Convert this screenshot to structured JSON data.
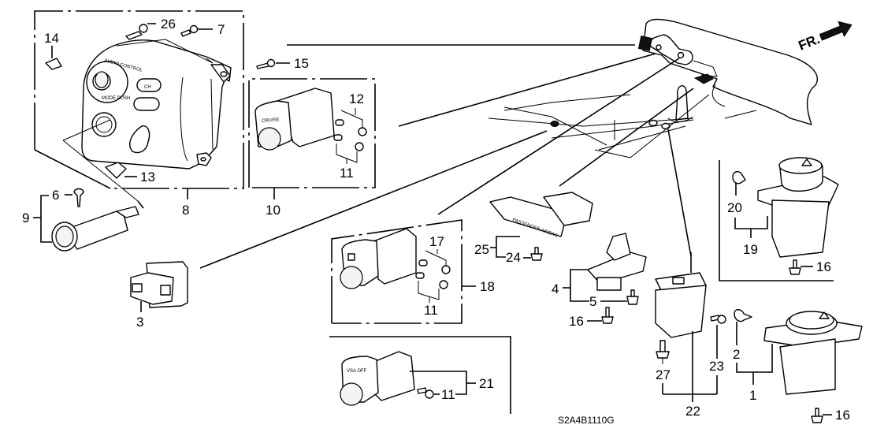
{
  "diagram": {
    "title": "Switch parts diagram",
    "code": "S2A4B1110G",
    "direction_label": "FR.",
    "callouts": {
      "c1": "1",
      "c2": "2",
      "c3": "3",
      "c4": "4",
      "c5": "5",
      "c6": "6",
      "c7": "7",
      "c8": "8",
      "c9": "9",
      "c10": "10",
      "c11a": "11",
      "c11b": "11",
      "c11c": "11",
      "c12": "12",
      "c13": "13",
      "c14": "14",
      "c15": "15",
      "c16a": "16",
      "c16b": "16",
      "c16c": "16",
      "c17": "17",
      "c18": "18",
      "c19": "19",
      "c20": "20",
      "c21": "21",
      "c22": "22",
      "c23": "23",
      "c24": "24",
      "c25": "25",
      "c26": "26",
      "c27": "27"
    },
    "part_labels": {
      "audio_control": "AUDIO CONTROL",
      "mode_push": "MODE PUSH",
      "ch": "CH",
      "cruise": "CRUISE",
      "vsa_off": "VSA OFF",
      "passenger_airbag": "PASSENGER AIRBAG"
    }
  }
}
